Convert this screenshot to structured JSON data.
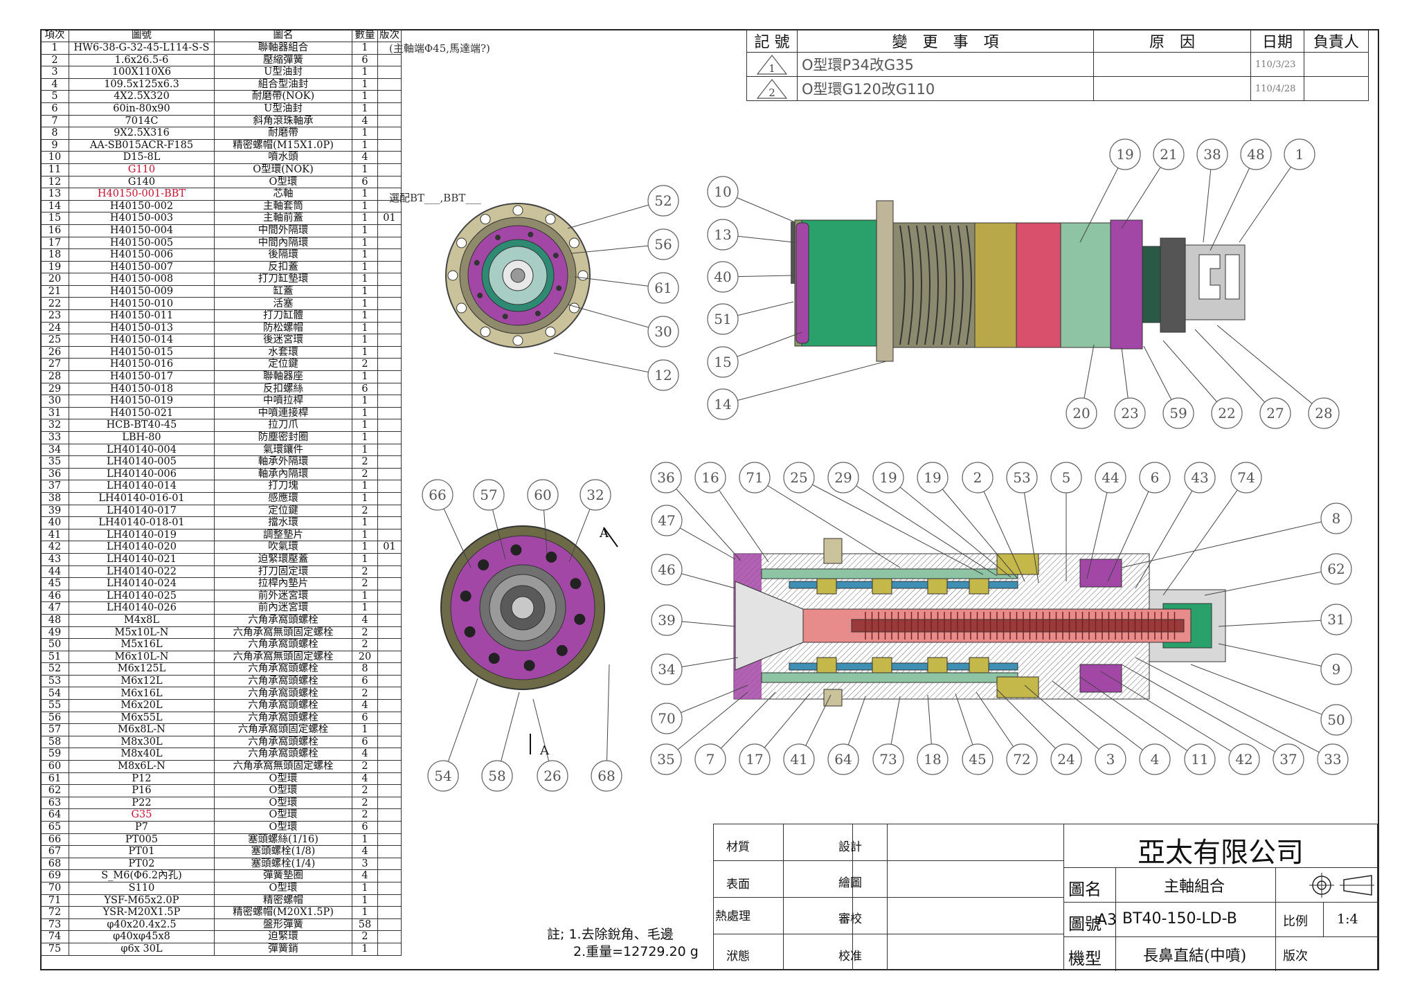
{
  "bom": {
    "headers": [
      "項次",
      "圖號",
      "圖名",
      "數量",
      "版次"
    ],
    "rows": [
      [
        "1",
        "HW6-38-G-32-45-L114-S-S",
        "聯軸器組合",
        "1",
        ""
      ],
      [
        "2",
        "1.6x26.5-6",
        "壓縮彈簧",
        "6",
        ""
      ],
      [
        "3",
        "100X110X6",
        "U型油封",
        "1",
        ""
      ],
      [
        "4",
        "109.5x125x6.3",
        "組合型油封",
        "1",
        ""
      ],
      [
        "5",
        "4X2.5X320",
        "耐磨帶(NOK)",
        "1",
        ""
      ],
      [
        "6",
        "60in-80x90",
        "U型油封",
        "1",
        ""
      ],
      [
        "7",
        "7014C",
        "斜角滾珠軸承",
        "4",
        ""
      ],
      [
        "8",
        "9X2.5X316",
        "耐磨帶",
        "1",
        ""
      ],
      [
        "9",
        "AA-SB015ACR-F185",
        "精密螺帽(M15X1.0P)",
        "1",
        ""
      ],
      [
        "10",
        "D15-8L",
        "噴水頭",
        "4",
        ""
      ],
      [
        "11",
        "G110",
        "O型環(NOK)",
        "1",
        ""
      ],
      [
        "12",
        "G140",
        "O型環",
        "6",
        ""
      ],
      [
        "13",
        "H40150-001-BBT",
        "芯軸",
        "1",
        ""
      ],
      [
        "14",
        "H40150-002",
        "主軸套筒",
        "1",
        ""
      ],
      [
        "15",
        "H40150-003",
        "主軸前蓋",
        "1",
        "01"
      ],
      [
        "16",
        "H40150-004",
        "中間外隔環",
        "1",
        ""
      ],
      [
        "17",
        "H40150-005",
        "中間內隔環",
        "1",
        ""
      ],
      [
        "18",
        "H40150-006",
        "後隔環",
        "1",
        ""
      ],
      [
        "19",
        "H40150-007",
        "反扣蓋",
        "1",
        ""
      ],
      [
        "20",
        "H40150-008",
        "打刀缸墊環",
        "1",
        ""
      ],
      [
        "21",
        "H40150-009",
        "缸蓋",
        "1",
        ""
      ],
      [
        "22",
        "H40150-010",
        "活塞",
        "1",
        ""
      ],
      [
        "23",
        "H40150-011",
        "打刀缸體",
        "1",
        ""
      ],
      [
        "24",
        "H40150-013",
        "防松螺帽",
        "1",
        ""
      ],
      [
        "25",
        "H40150-014",
        "後迷宮環",
        "1",
        ""
      ],
      [
        "26",
        "H40150-015",
        "水套環",
        "1",
        ""
      ],
      [
        "27",
        "H40150-016",
        "定位鍵",
        "2",
        ""
      ],
      [
        "28",
        "H40150-017",
        "聯軸器座",
        "1",
        ""
      ],
      [
        "29",
        "H40150-018",
        "反扣螺絲",
        "6",
        ""
      ],
      [
        "30",
        "H40150-019",
        "中噴拉桿",
        "1",
        ""
      ],
      [
        "31",
        "H40150-021",
        "中噴連接桿",
        "1",
        ""
      ],
      [
        "32",
        "HCB-BT40-45",
        "拉刀爪",
        "1",
        ""
      ],
      [
        "33",
        "LBH-80",
        "防塵密封圈",
        "1",
        ""
      ],
      [
        "34",
        "LH40140-004",
        "氣環鑲件",
        "1",
        ""
      ],
      [
        "35",
        "LH40140-005",
        "軸承外隔環",
        "2",
        ""
      ],
      [
        "36",
        "LH40140-006",
        "軸承內隔環",
        "2",
        ""
      ],
      [
        "37",
        "LH40140-014",
        "打刀塊",
        "1",
        ""
      ],
      [
        "38",
        "LH40140-016-01",
        "感應環",
        "1",
        ""
      ],
      [
        "39",
        "LH40140-017",
        "定位鍵",
        "2",
        ""
      ],
      [
        "40",
        "LH40140-018-01",
        "擋水環",
        "1",
        ""
      ],
      [
        "41",
        "LH40140-019",
        "調整墊片",
        "1",
        ""
      ],
      [
        "42",
        "LH40140-020",
        "吹氣環",
        "1",
        "01"
      ],
      [
        "43",
        "LH40140-021",
        "迫緊環壓蓋",
        "1",
        ""
      ],
      [
        "44",
        "LH40140-022",
        "打刀固定環",
        "2",
        ""
      ],
      [
        "45",
        "LH40140-024",
        "拉桿內墊片",
        "2",
        ""
      ],
      [
        "46",
        "LH40140-025",
        "前外迷宮環",
        "1",
        ""
      ],
      [
        "47",
        "LH40140-026",
        "前內迷宮環",
        "1",
        ""
      ],
      [
        "48",
        "M4x8L",
        "六角承窩頭螺栓",
        "4",
        ""
      ],
      [
        "49",
        "M5x10L-N",
        "六角承窩無頭固定螺栓",
        "2",
        ""
      ],
      [
        "50",
        "M5x16L",
        "六角承窩頭螺栓",
        "2",
        ""
      ],
      [
        "51",
        "M6x10L-N",
        "六角承窩無頭固定螺栓",
        "20",
        ""
      ],
      [
        "52",
        "M6x125L",
        "六角承窩頭螺栓",
        "8",
        ""
      ],
      [
        "53",
        "M6x12L",
        "六角承窩頭螺栓",
        "6",
        ""
      ],
      [
        "54",
        "M6x16L",
        "六角承窩頭螺栓",
        "2",
        ""
      ],
      [
        "55",
        "M6x20L",
        "六角承窩頭螺栓",
        "4",
        ""
      ],
      [
        "56",
        "M6x55L",
        "六角承窩頭螺栓",
        "6",
        ""
      ],
      [
        "57",
        "M6x8L-N",
        "六角承窩頭固定螺栓",
        "1",
        ""
      ],
      [
        "58",
        "M8x30L",
        "六角承窩頭螺栓",
        "6",
        ""
      ],
      [
        "59",
        "M8x40L",
        "六角承窩頭螺栓",
        "4",
        ""
      ],
      [
        "60",
        "M8x6L-N",
        "六角承窩無頭固定螺栓",
        "2",
        ""
      ],
      [
        "61",
        "P12",
        "O型環",
        "4",
        ""
      ],
      [
        "62",
        "P16",
        "O型環",
        "2",
        ""
      ],
      [
        "63",
        "P22",
        "O型環",
        "2",
        ""
      ],
      [
        "64",
        "G35",
        "O型環",
        "2",
        ""
      ],
      [
        "65",
        "P7",
        "O型環",
        "6",
        ""
      ],
      [
        "66",
        "PT005",
        "塞頭螺絲(1/16)",
        "1",
        ""
      ],
      [
        "67",
        "PT01",
        "塞頭螺栓(1/8)",
        "4",
        ""
      ],
      [
        "68",
        "PT02",
        "塞頭螺栓(1/4)",
        "3",
        ""
      ],
      [
        "69",
        "S_M6(Φ6.2內孔)",
        "彈簧墊圈",
        "4",
        ""
      ],
      [
        "70",
        "S110",
        "O型環",
        "1",
        ""
      ],
      [
        "71",
        "YSF-M65x2.0P",
        "精密螺帽",
        "1",
        ""
      ],
      [
        "72",
        "YSR-M20X1.5P",
        "精密螺帽(M20X1.5P)",
        "1",
        ""
      ],
      [
        "73",
        "φ40x20.4x2.5",
        "盤形彈簧",
        "58",
        ""
      ],
      [
        "74",
        "φ40xφ45x8",
        "迫緊環",
        "2",
        ""
      ],
      [
        "75",
        "φ6x 30L",
        "彈簧銷",
        "1",
        ""
      ]
    ],
    "red_rows": [
      11,
      13,
      64
    ],
    "side_note_1": "(主軸端Φ45,馬達端?)",
    "side_note_13": "選配BT___,BBT___"
  },
  "revisions": {
    "headers": [
      "記 號",
      "變　更　事　項",
      "原　因",
      "日期",
      "負責人"
    ],
    "rows": [
      {
        "mark": "1",
        "change": "O型環P34改G35",
        "reason": "",
        "date": "110/3/23",
        "owner": ""
      },
      {
        "mark": "2",
        "change": "O型環G120改G110",
        "reason": "",
        "date": "110/4/28",
        "owner": ""
      }
    ]
  },
  "balloons": {
    "endview1": [
      "52",
      "56",
      "61",
      "30",
      "12"
    ],
    "side": [
      "10",
      "13",
      "40",
      "51",
      "15",
      "14",
      "19",
      "21",
      "38",
      "48",
      "1",
      "20",
      "23",
      "59",
      "22",
      "27",
      "28"
    ],
    "endview2": [
      "66",
      "57",
      "60",
      "32",
      "54",
      "58",
      "26",
      "68"
    ],
    "section_top": [
      "36",
      "16",
      "71",
      "25",
      "29",
      "19",
      "19",
      "2",
      "53",
      "5",
      "44",
      "6",
      "43",
      "74"
    ],
    "section_left": [
      "47",
      "46",
      "39",
      "34",
      "70"
    ],
    "section_right": [
      "8",
      "62",
      "31",
      "9",
      "50"
    ],
    "section_bottom": [
      "35",
      "7",
      "17",
      "41",
      "64",
      "73",
      "18",
      "45",
      "72",
      "24",
      "3",
      "4",
      "11",
      "42",
      "37",
      "33"
    ]
  },
  "section_marker": "A",
  "notes": {
    "line1": "註; 1.去除銳角、毛邊",
    "line2": "2.重量=12729.20 g"
  },
  "titleblock": {
    "labels_left": [
      "材質",
      "表面",
      "熱處理",
      "洑態"
    ],
    "labels_mid": [
      "設計",
      "繪圖",
      "審校",
      "校准"
    ],
    "company": "亞太有限公司",
    "name_label": "圖名",
    "name_value": "主軸組合",
    "drawing_no_label": "圖號",
    "sheet_size": "A3",
    "drawing_no": "BT40-150-LD-B",
    "scale_label": "比例",
    "scale": "1:4",
    "model_label": "機型",
    "model_value": "長鼻直結(中噴)",
    "version_label": "版次"
  }
}
